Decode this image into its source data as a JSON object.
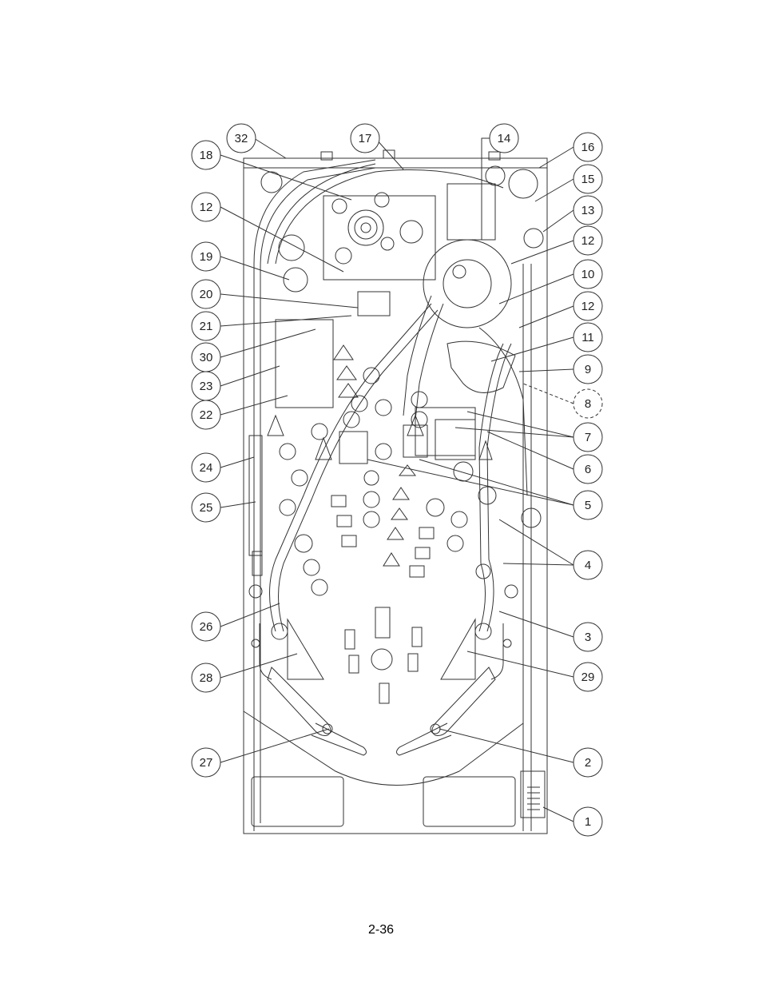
{
  "page_number": "2-36",
  "callouts": [
    {
      "id": "c1",
      "label": "1"
    },
    {
      "id": "c2",
      "label": "2"
    },
    {
      "id": "c3",
      "label": "3"
    },
    {
      "id": "c4",
      "label": "4"
    },
    {
      "id": "c5",
      "label": "5"
    },
    {
      "id": "c6",
      "label": "6"
    },
    {
      "id": "c7",
      "label": "7"
    },
    {
      "id": "c8",
      "label": "8"
    },
    {
      "id": "c9",
      "label": "9"
    },
    {
      "id": "c10",
      "label": "10"
    },
    {
      "id": "c11",
      "label": "11"
    },
    {
      "id": "c12a",
      "label": "12"
    },
    {
      "id": "c12b",
      "label": "12"
    },
    {
      "id": "c12c",
      "label": "12"
    },
    {
      "id": "c13",
      "label": "13"
    },
    {
      "id": "c14",
      "label": "14"
    },
    {
      "id": "c15",
      "label": "15"
    },
    {
      "id": "c16",
      "label": "16"
    },
    {
      "id": "c17",
      "label": "17"
    },
    {
      "id": "c18",
      "label": "18"
    },
    {
      "id": "c19",
      "label": "19"
    },
    {
      "id": "c20",
      "label": "20"
    },
    {
      "id": "c21",
      "label": "21"
    },
    {
      "id": "c22",
      "label": "22"
    },
    {
      "id": "c23",
      "label": "23"
    },
    {
      "id": "c24",
      "label": "24"
    },
    {
      "id": "c25",
      "label": "25"
    },
    {
      "id": "c26",
      "label": "26"
    },
    {
      "id": "c27",
      "label": "27"
    },
    {
      "id": "c28",
      "label": "28"
    },
    {
      "id": "c29",
      "label": "29"
    },
    {
      "id": "c30",
      "label": "30"
    },
    {
      "id": "c32",
      "label": "32"
    }
  ]
}
